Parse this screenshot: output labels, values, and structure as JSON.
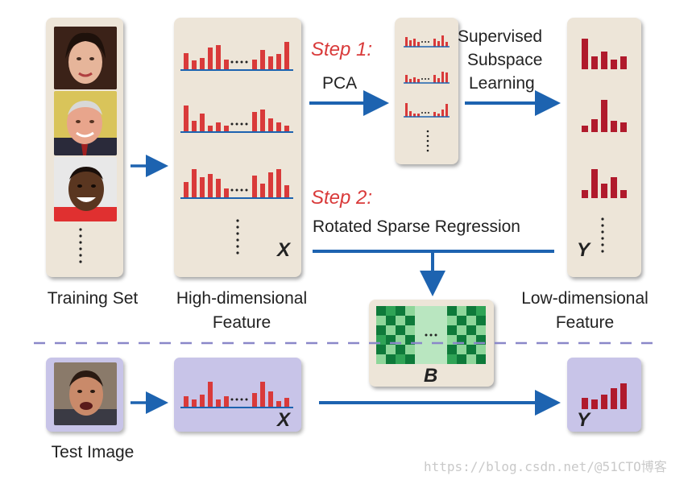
{
  "labels": {
    "training_set": "Training Set",
    "high_dim_line1": "High-dimensional",
    "high_dim_line2": "Feature",
    "low_dim_line1": "Low-dimensional",
    "low_dim_line2": "Feature",
    "test_image": "Test Image"
  },
  "steps": {
    "step1": "Step 1:",
    "pca": "PCA",
    "supervised_line1": "Supervised",
    "supervised_line2": "Subspace",
    "supervised_line3": "Learning",
    "step2": "Step 2:",
    "rotated": "Rotated Sparse Regression"
  },
  "matrices": {
    "x_top": "X",
    "y_top": "Y",
    "b": "B",
    "x_bottom": "X",
    "y_bottom": "Y"
  },
  "watermark": "https://blog.csdn.net/@51CTO博客",
  "colors": {
    "bar_red": "#d93a3a",
    "dark_red": "#b01a2c",
    "arrow_blue": "#1d63b0",
    "panel_beige": "#ede5d8",
    "panel_purple": "#c8c4e8",
    "green_dark": "#0e7a3a",
    "green_light": "#8ed69a"
  }
}
